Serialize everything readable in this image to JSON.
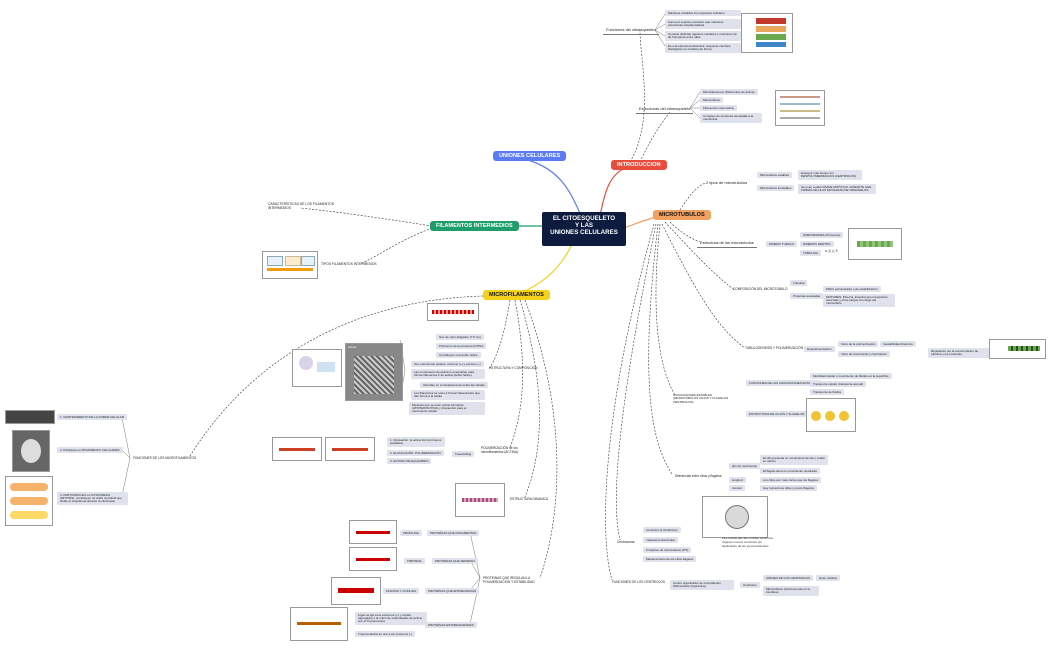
{
  "root": {
    "line1": "EL CITOESQUELETO",
    "line2": "Y LAS",
    "line3": "UNIONES CELULARES"
  },
  "branches": {
    "intro": "INTRODUCCION",
    "uniones": "UNIONES CELULARES",
    "micro": "MICROTUBULOS",
    "filamentos": "FILAMENTOS INTERMEDIOS",
    "microfil": "MICROFILAMENTOS"
  },
  "intro": {
    "funciones": "Funciones del citoesqueleto",
    "funciones_items": [
      "Mantiene anclados los organelos celulares",
      "Forma el soporte mecánico que mantiene estructuras citoplasmáticas",
      "Conecta distintas regiones celulares y orienta la vía de transporte entre ellas",
      "Es una estructura dinámica: responde cambios fisiológicos en cambios de forma"
    ],
    "estructuras": "Estructuras del citoesqueleto",
    "estructuras_items": [
      "Microfilamentos (Filamentos de actina)",
      "Microtúbulos",
      "Filamentos intermedios",
      "Complejo de proteínas asociadas a la membrana"
    ]
  },
  "filamentos": {
    "caracteristicas": "CARACTERÍSTICAS DE LOS FILAMENTOS INTERMEDIOS",
    "tipos": "TIPOS FILAMENTOS INTERMEDIOS"
  },
  "microtubulos": {
    "tipos": "2 tipos de microtubulos",
    "tipos_items": [
      "Microtubulos estables",
      "Microtubulos inestables"
    ],
    "tipos_desc": [
      "Ensayos más tiempo sin DESPOLYMERIZACION (CENTRIOLOS)",
      "Se unen a ellos DIVIDE MITÓTICO, DURANTE UNE FORMA CÉLULAS MOVILIDAD DE ORGANELOS"
    ],
    "estructura": "Estructura de los microtubulos",
    "dimero": "DIMERO TUBULO",
    "dimero_items": [
      "SUBUNIDADES (Proteínas)",
      "DIMEROS DENTRO",
      "TUBULINA"
    ],
    "tubulina_types": "α, β, γ, δ",
    "composicion": "COMPOSICIÓN DEL MICROTÚBULO",
    "composicion_items": [
      "Tubulina",
      "Proteínas asociadas"
    ],
    "composicion_desc": [
      "MAPs estructurales o de estabilización",
      "MOTORES: Dineína, kinesina que transportan vesículas y otros cargos a lo largo del microtúbulo"
    ],
    "polimerizacion": "TUBULOGENESIS Y POLIMERIZACIÓN",
    "polimerizacion_label": "Despolimerización",
    "polimerizacion_items": [
      "Inicio de la polimerización",
      "Inicio de crecimiento y crecimiento"
    ],
    "polimerizacion_desc": [
      "Inestabilidad dinámica",
      "Regulación por la concentración de tubulina y los proteínas"
    ],
    "asociaciones": "ASOCIACIONES ESTABLES (MICROTÚBULOS CILIOS Y FLAGELOS CENTRIOLOS)",
    "asoc_items": [
      "FUNCIONES DE LAS ASOCIACIONES ESTABLES",
      "ESTRUCTURA DE CILIOS Y FLAGELOS"
    ],
    "asoc_desc": [
      "Movilidad celular o movimiento de fluidos en la superficie",
      "Transporte celular (transporte axonal)",
      "Transporte de fluidos"
    ],
    "diferencias": "Diferencias entre cilios y flagelos",
    "dif_items": [
      "tipo de movimiento",
      "longitud",
      "número"
    ],
    "dif_desc": [
      "El cilio presenta un movimiento de ida y vuelta en vaivén",
      "El flagelo tiene un movimiento ondulante",
      "Los cilios son más cortos que los flagelos",
      "Hay numerosos cilios y pocos flagelos"
    ],
    "centriolos": "Centrosoma",
    "centriolos_items": [
      "centriolos (2 cilíndricos)",
      "material pericentriolar",
      "9 tripletes de microtúbulos (9*3)",
      "Mantenimiento de los cilios flagelos"
    ],
    "centriolos_note": "Las células que aún existen centríolos originan nuevos centríolos por duplicación de los ya preexistentes",
    "funciones_cent": "FUNCIONES DE LOS CENTRIOLOS",
    "funciones_cent_items": [
      "Centro organizador de microtúbulos (Microtubule Organizing)",
      "Centriolos"
    ],
    "funciones_cent_desc": [
      "ORIGEN DE LOS CENTRIOLOS",
      "Microtúbulos (Centrosomas en la interfase)",
      "Huso mitótico"
    ]
  },
  "microfilamentos": {
    "estructura": "ESTRUCTURA Y COMPOSICIÓN",
    "actina_label": "Actina",
    "estructura_items": [
      "Son de color delgados (7.5 nm)",
      "Polímeros de la proteína ACTINA",
      "Constituyen una doble hélice",
      "Son estructuras polares: extremo (+) y extremo (-)",
      "Las monómeros de actina G ensamblan para formar filamentos F de actina (doble hélice)",
      "Abundan en el citoplasma de todas las células",
      "Los filamentos se unen a formar haces/redes que dan forma a la célula",
      "Miosinas que se unen actina formando (ATP/ADP/ACTINA) y Interacción para el movimiento celular"
    ],
    "polimerizacion": "POLIMERIZACIÓN de los microfilamentos (ACTINA)",
    "pol_items": [
      "1. Nucleación: la actina forma trímeros (estables)",
      "2. ELONGACIÓN: POLIMERIZACIÓN",
      "3. ESTADO DE EQUILIBRIO"
    ],
    "pol_label": "Treadmilling",
    "dinamica": "ESTRUCTURA DINAMICA",
    "funciones": "FUNCIONES DE LOS MICROFILAMENTOS",
    "funciones_items": [
      "1. MANTENIMIENTO DE LA FORMA CELULAR",
      "2. Participan en MOVIMIENTO CELULARES",
      "3. PARTICIPAN EN LA CITOCINESIS (MITOSIS): constituyen un anillo contráctil que divide el citoplasma durante la citocinesis"
    ],
    "proteinas": "PROTEINAS QUE REGULAN LA POLIMERIZACIÓN Y ESTABILIDAD",
    "proteinas_items": [
      "PROTEÍNAS QUE FRAGMENTAN",
      "PROTEÍNAS QUE SEPARAN",
      "PROTEÍNAS QUE ENTRECRUZAN",
      "PROTEÍNAS ESTABILIZADORAS"
    ],
    "proteinas_examples": [
      "PROFILINA",
      "TIMOSINA",
      "FASCINA Y COFILINA",
      ""
    ],
    "estab_desc": [
      "Ligan se fija a los extremos (+) y impide (agregado) o la unión de subunidades de actina; son el Tropomiosina",
      "Tropomodulina se une a los extremos (-)"
    ]
  }
}
